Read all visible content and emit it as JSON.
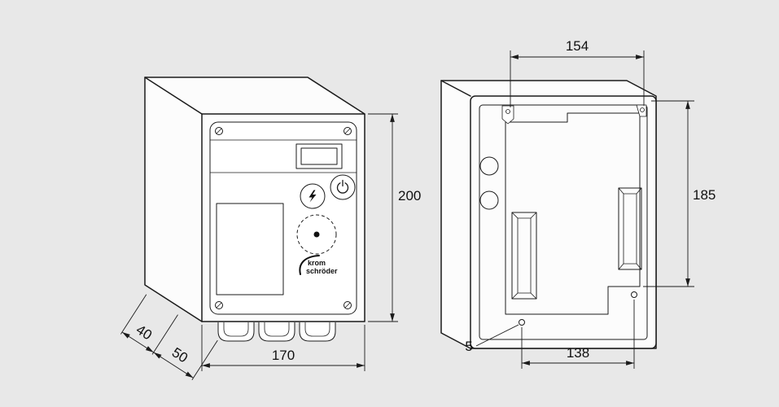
{
  "background": "#e8e8e8",
  "stroke_color": "#1b1b1b",
  "front_view": {
    "dim_height": "200",
    "dim_width": "170",
    "dim_depth_front": "40",
    "dim_depth_rear": "50",
    "brand_line1": "krom",
    "brand_line2": "schröder"
  },
  "rear_view": {
    "dim_inner_width": "154",
    "dim_inner_height": "185",
    "dim_hole_spacing": "138",
    "dim_hole_diameter": "5"
  }
}
